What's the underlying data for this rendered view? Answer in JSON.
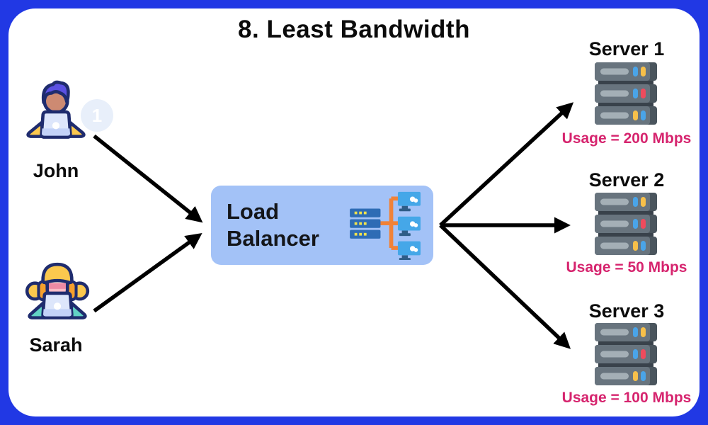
{
  "title": "8. Least Bandwidth",
  "clients": [
    {
      "name": "John",
      "badge": "1"
    },
    {
      "name": "Sarah"
    }
  ],
  "load_balancer": {
    "label": "Load Balancer"
  },
  "servers": [
    {
      "name": "Server 1",
      "usage": "Usage = 200 Mbps"
    },
    {
      "name": "Server 2",
      "usage": "Usage = 50 Mbps"
    },
    {
      "name": "Server 3",
      "usage": "Usage = 100 Mbps"
    }
  ],
  "icons": {
    "john": "person-at-laptop-icon",
    "sarah": "person-with-headphones-at-laptop-icon",
    "load_balancer": "server-network-icon",
    "server": "server-rack-icon"
  },
  "colors": {
    "frame": "#2138e4",
    "load_balancer_box": "#a3c2f7",
    "usage_text": "#d6246e",
    "arrow": "#000000",
    "server_body": "#68747e",
    "led_blue": "#4aa4e8",
    "led_yellow": "#f7c04a",
    "led_red": "#ef4b5d",
    "connector_orange": "#f08238"
  }
}
